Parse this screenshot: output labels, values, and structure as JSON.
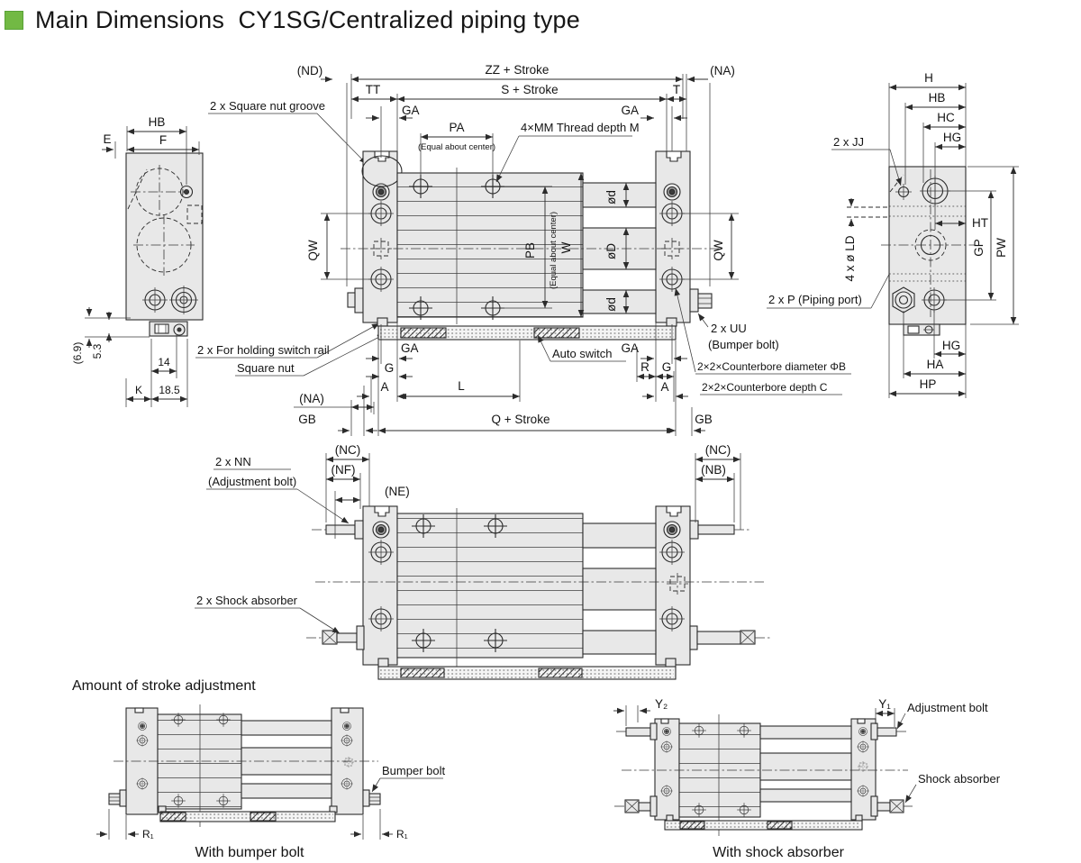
{
  "title": {
    "text": "Main Dimensions  CY1SG/Centralized piping type",
    "bullet_color": "#72b944"
  },
  "end_view": {
    "hb": "HB",
    "e": "E",
    "f": "F",
    "d69": "(6.9)",
    "d53": "5.3",
    "d14": "14",
    "k": "K",
    "d185": "18.5",
    "nut_groove": "2 x Square nut groove",
    "switch_rail": "2 x For holding switch rail",
    "square_nut": "Square nut"
  },
  "top_view": {
    "nd": "(ND)",
    "zz": "ZZ + Stroke",
    "na": "(NA)",
    "tt": "TT",
    "s": "S + Stroke",
    "t": "T",
    "ga": "GA",
    "pa": "PA",
    "equal_center": "(Equal about center)",
    "mm": "4×MM  Thread depth M",
    "qw": "QW",
    "pb": "PB",
    "w": "W",
    "od_small": "ød",
    "od_big": "øD",
    "auto_switch": "Auto switch",
    "g": "G",
    "a": "A",
    "l": "L",
    "r": "R",
    "gb": "GB",
    "q": "Q + Stroke",
    "uu": "2 x  UU",
    "uu_note": "(Bumper bolt)",
    "cbore_dia": "2×2×Counterbore diameter ΦB",
    "cbore_depth": "2×2×Counterbore depth C",
    "p_port": "2 x  P  (Piping port)"
  },
  "right_view": {
    "h": "H",
    "hb": "HB",
    "hc": "HC",
    "hg": "HG",
    "jj": "2 x  JJ",
    "ld": "4 x ø LD",
    "ht": "HT",
    "gp": "GP",
    "pw": "PW",
    "ha": "HA",
    "hp": "HP"
  },
  "mid_view": {
    "nc": "(NC)",
    "nf": "(NF)",
    "ne": "(NE)",
    "nb": "(NB)",
    "nn": "2 x  NN",
    "nn_note": "(Adjustment bolt)",
    "shock": "2 x Shock absorber"
  },
  "bottom": {
    "heading": "Amount of stroke adjustment",
    "bumper_bolt": "Bumper bolt",
    "r1": "R₁",
    "caption_bumper": "With bumper bolt",
    "y2": "Y₂",
    "y1": "Y₁",
    "adjustment_bolt": "Adjustment bolt",
    "shock_absorber": "Shock absorber",
    "caption_shock": "With shock absorber"
  }
}
